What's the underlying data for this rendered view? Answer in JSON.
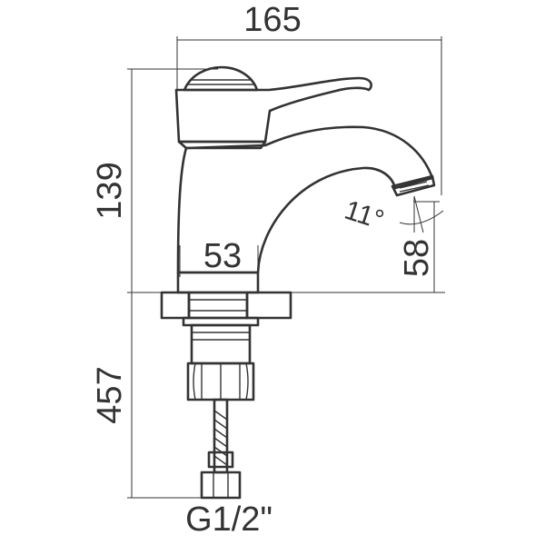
{
  "dimensions": {
    "overall_width": "165",
    "body_height": "139",
    "base_width": "53",
    "spout_angle": "11°",
    "spout_clearance": "58",
    "hose_length": "457",
    "thread": "G1/2\""
  },
  "colors": {
    "stroke": "#333333",
    "background": "#ffffff"
  }
}
